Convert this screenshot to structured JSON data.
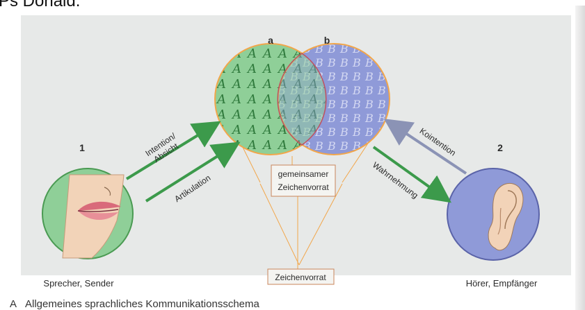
{
  "header_fragment": "Ps Donald.",
  "labels": {
    "set_a": "a",
    "set_b": "b",
    "speaker_num": "1",
    "listener_num": "2",
    "intention_line1": "Intention/",
    "intention_line2": "Absicht",
    "articulation": "Artikulation",
    "perception": "Wahrnehmung",
    "cointention": "Kointention",
    "shared_line1": "gemeinsamer",
    "shared_line2": "Zeichenvorrat",
    "sign_inventory": "Zeichenvorrat",
    "speaker": "Sprecher, Sender",
    "listener": "Hörer, Empfänger"
  },
  "caption": {
    "letter": "A",
    "text": "Allgemeines sprachliches Kommunikationsschema"
  },
  "colors": {
    "background_panel": "#e7e9e8",
    "green_circle": "#8fcf98",
    "blue_circle": "#8f9ad8",
    "arrow_green": "#3c9a4b",
    "arrow_gray": "#8b93b5",
    "orange_line": "#f2a64a",
    "overlap_border": "#c05060"
  },
  "icons": {
    "mouth": "mouth-icon",
    "ear": "ear-icon"
  }
}
